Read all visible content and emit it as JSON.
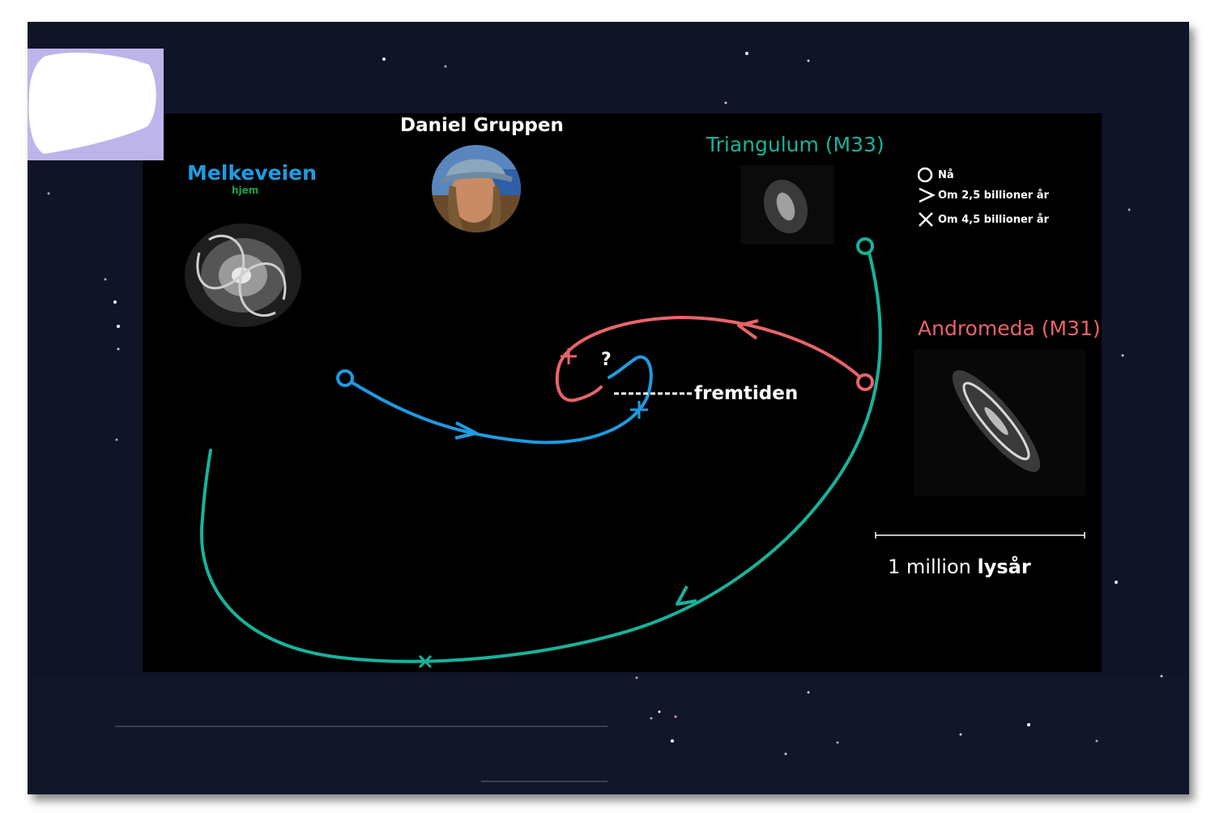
{
  "labels": {
    "milkyway_title": "Melkeveien",
    "milkyway_sub": "hjem",
    "person": "Daniel Gruppen",
    "triangulum": "Triangulum (M33)",
    "andromeda": "Andromeda (M31)",
    "question": "?",
    "future": "fremtiden"
  },
  "legend": {
    "now": "Nå",
    "in_2_5": "Om 2,5 billioner år",
    "in_4_5": "Om 4,5 billioner år"
  },
  "scale": {
    "number": "1 million ",
    "unit": "lysår"
  },
  "colors": {
    "milkyway": "#1f9be0",
    "milkyway_sub": "#17a64b",
    "triangulum": "#17b39a",
    "andromeda": "#e8646a",
    "panel": "#000000",
    "frame": "#0f1426",
    "badge": "#bdb5ea"
  },
  "icons": {
    "now": "circle-icon",
    "in_2_5": "chevron-right-icon",
    "in_4_5": "cross-icon"
  }
}
